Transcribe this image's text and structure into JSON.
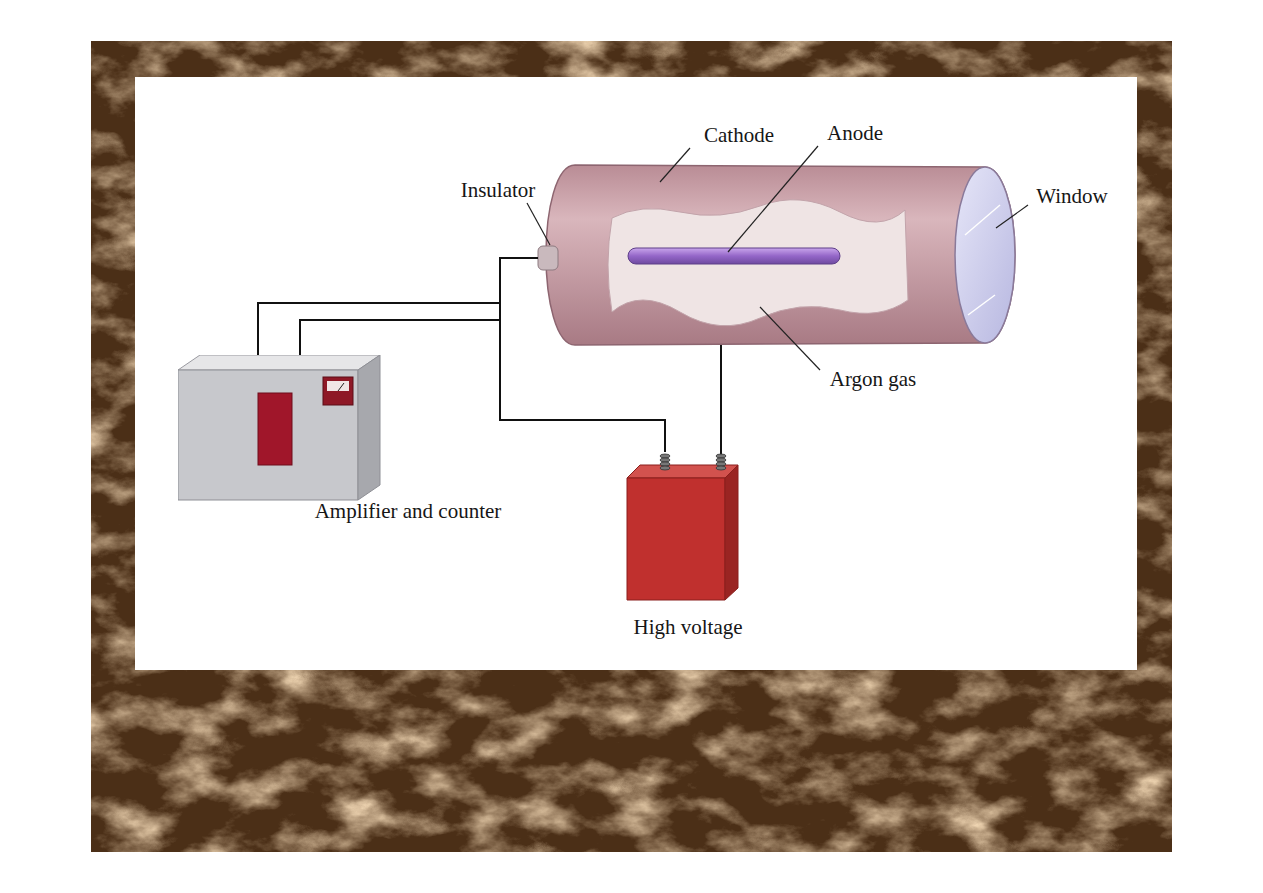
{
  "diagram": {
    "nodes": [
      {
        "text": [
          "Amplifier and counter"
        ]
      },
      {
        "text": [
          "High voltage"
        ]
      }
    ],
    "edges": [
      {
        "from": 0,
        "to": 1,
        "arrow": "none"
      }
    ],
    "labels": [
      "Cathode",
      "Anode",
      "Insulator",
      "Window",
      "Argon gas"
    ]
  }
}
